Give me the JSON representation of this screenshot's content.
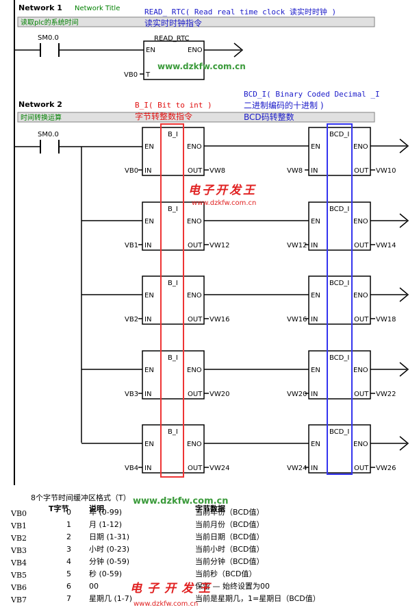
{
  "network1": {
    "label": "Network 1",
    "title": "Network Title",
    "comment": "读取plc的系统时间",
    "annotation_line1": "READ_ RTC( Read real time clock 读实时时钟 )",
    "annotation_line2": "读实时时钟指令",
    "contact": "SM0.0",
    "block": {
      "name": "READ_RTC",
      "en": "EN",
      "eno": "ENO",
      "t_pin": "T",
      "t_operand": "VB0"
    }
  },
  "network2": {
    "label": "Network 2",
    "comment": "时间转换运算",
    "annotation_bi_line1": "B_I( Bit to int )",
    "annotation_bi_line2": "字节转整数指令",
    "annotation_bcd_line1": "BCD_I( Binary Coded Decimal _I",
    "annotation_bcd_line2": "二进制编码的十进制 )",
    "annotation_bcd_line3": "BCD码转整数",
    "contact": "SM0.0",
    "pins": {
      "en": "EN",
      "eno": "ENO",
      "in": "IN",
      "out": "OUT"
    },
    "bi_name": "B_I",
    "bcd_name": "BCD_I",
    "rows": [
      {
        "bi_in": "VB0",
        "bi_out": "VW8",
        "bcd_in": "VW8",
        "bcd_out": "VW10"
      },
      {
        "bi_in": "VB1",
        "bi_out": "VW12",
        "bcd_in": "VW12",
        "bcd_out": "VW14"
      },
      {
        "bi_in": "VB2",
        "bi_out": "VW16",
        "bcd_in": "VW16",
        "bcd_out": "VW18"
      },
      {
        "bi_in": "VB3",
        "bi_out": "VW20",
        "bcd_in": "VW20",
        "bcd_out": "VW22"
      },
      {
        "bi_in": "VB4",
        "bi_out": "VW24",
        "bcd_in": "VW24",
        "bcd_out": "VW26"
      }
    ]
  },
  "watermarks": {
    "url1": "www.dzkfw.com.cn",
    "logo1": "电子开发王",
    "url2": "www.dzkfw.com.cn",
    "url3": "www.dzkfw.com.cn",
    "logo2": "电子开发王",
    "url4": "www.dzkfw.com.cn"
  },
  "table": {
    "title": "8个字节时间缓冲区格式（T）",
    "headers": {
      "byte": "T字节",
      "desc": "说明",
      "data": "字节数据"
    },
    "rows": [
      {
        "label": "VB0",
        "index": "0",
        "desc": "年 (0-99)",
        "data": "当前年份（BCD值）"
      },
      {
        "label": "VB1",
        "index": "1",
        "desc": "月 (1-12)",
        "data": "当前月份（BCD值）"
      },
      {
        "label": "VB2",
        "index": "2",
        "desc": "日期 (1-31)",
        "data": "当前日期（BCD值）"
      },
      {
        "label": "VB3",
        "index": "3",
        "desc": "小时 (0-23)",
        "data": "当前小时（BCD值）"
      },
      {
        "label": "VB4",
        "index": "4",
        "desc": "分钟 (0-59)",
        "data": "当前分钟（BCD值）"
      },
      {
        "label": "VB5",
        "index": "5",
        "desc": "秒 (0-59)",
        "data": "当前秒（BCD值）"
      },
      {
        "label": "VB6",
        "index": "6",
        "desc": "00",
        "data": "保留 — 始终设置为00"
      },
      {
        "label": "VB7",
        "index": "7",
        "desc": "星期几 (1-7)",
        "data": "当前是星期几，1=星期日（BCD值）"
      }
    ]
  },
  "colors": {
    "annotation_blue": "#1a1ac8",
    "annotation_red": "#e01010",
    "comment_green": "#008000",
    "watermark_green": "#3a9a3a",
    "watermark_red": "#e02020",
    "highlight_red": "#ee3333",
    "highlight_blue": "#3333ee"
  }
}
